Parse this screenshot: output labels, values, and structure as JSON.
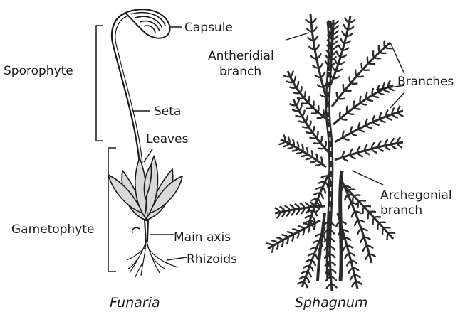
{
  "funaria": {
    "caption": "Funaria",
    "labels": {
      "capsule": "Capsule",
      "sporophyte": "Sporophyte",
      "seta": "Seta",
      "leaves": "Leaves",
      "gametophyte": "Gametophyte",
      "main_axis": "Main axis",
      "rhizoids": "Rhizoids"
    }
  },
  "sphagnum": {
    "caption": "Sphagnum",
    "labels": {
      "antheridial_branch_line1": "Antheridial",
      "antheridial_branch_line2": "branch",
      "branches": "Branches",
      "archegonial_branch_line1": "Archegonial",
      "archegonial_branch_line2": "branch"
    }
  },
  "colors": {
    "ink": "#1a1a1a",
    "leaf_fill": "#d9d9d9",
    "plant_fill": "#2b2b2b"
  }
}
